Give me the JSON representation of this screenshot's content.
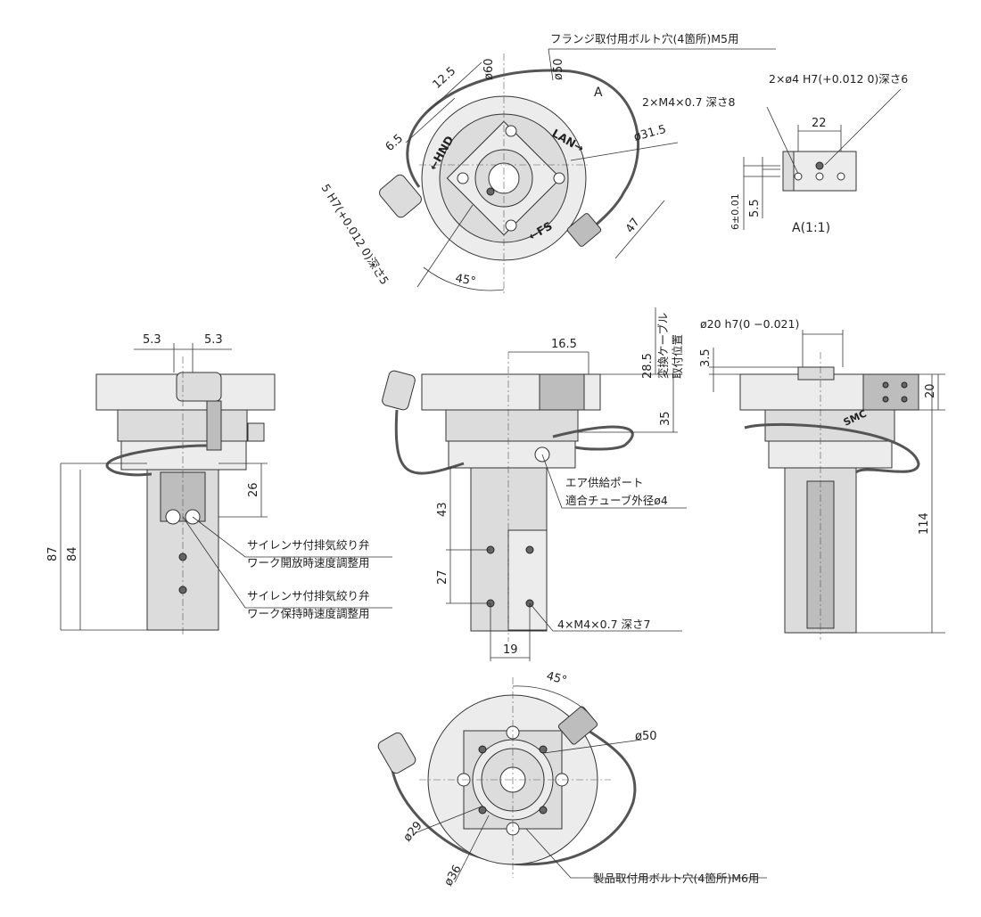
{
  "top_view": {
    "flange_bolt_note": "フランジ取付用ボルト穴(4箇所)M5用",
    "dim_12_5": "12.5",
    "dim_phi60": "ø60",
    "dim_phi50": "ø50",
    "dim_6_5": "6.5",
    "dim_phi31_5": "ø31.5",
    "dim_47": "47",
    "dim_45deg": "45°",
    "view_arrow": "A",
    "label_lan": "LAN→",
    "label_hnd": "←HND",
    "label_fs": "←FS",
    "hole_note": "5 H7(+0.012 0)深さ5"
  },
  "view_a": {
    "note_phi4": "2×ø4 H7(+0.012 0)深さ6",
    "note_m4": "2×M4×0.7 深さ8",
    "dim_22": "22",
    "dim_5_5": "5.5",
    "dim_6": "6±0.01",
    "title": "A(1:1)"
  },
  "left_view": {
    "dim_5_3a": "5.3",
    "dim_5_3b": "5.3",
    "dim_26": "26",
    "dim_87": "87",
    "dim_84": "84",
    "silencer_1_line1": "サイレンサ付排気絞り弁",
    "silencer_1_line2": "ワーク開放時速度調整用",
    "silencer_2_line1": "サイレンサ付排気絞り弁",
    "silencer_2_line2": "ワーク保持時速度調整用"
  },
  "front_view": {
    "dim_16_5": "16.5",
    "dim_28_5": "28.5",
    "cable_note_1": "変換ケーブル",
    "cable_note_2": "取付位置",
    "dim_35": "35",
    "dim_43": "43",
    "dim_27": "27",
    "dim_19": "19",
    "air_note_1": "エア供給ポート",
    "air_note_2": "適合チューブ外径ø4",
    "tap_note": "4×M4×0.7 深さ7"
  },
  "right_view": {
    "dim_phi20": "ø20 h7(0 −0.021)",
    "dim_3_5": "3.5",
    "dim_20": "20",
    "dim_114": "114",
    "logo": "SMC"
  },
  "bottom_view": {
    "dim_45deg": "45°",
    "dim_phi50": "ø50",
    "dim_phi29": "ø29",
    "dim_phi36": "ø36",
    "product_bolt_note": "製品取付用ボルト穴(4箇所)M6用"
  }
}
